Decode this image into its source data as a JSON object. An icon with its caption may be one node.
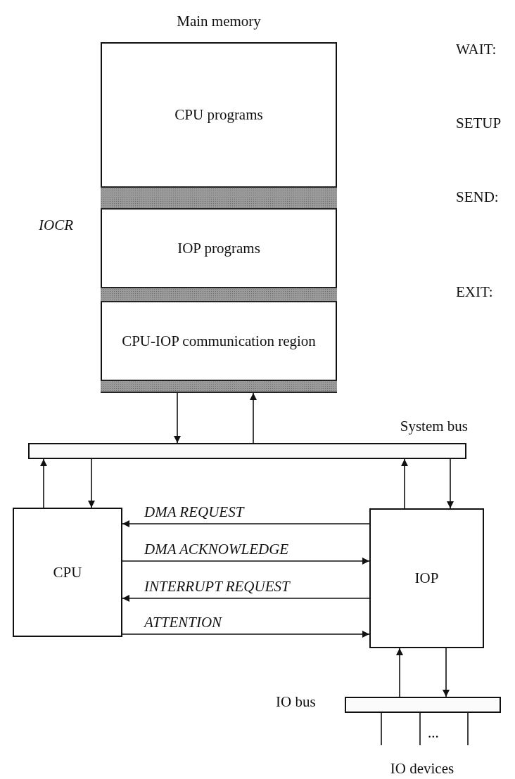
{
  "diagram": {
    "nodes": [
      {
        "text": [
          "Main memory"
        ]
      },
      {
        "text": [
          "CPU programs"
        ],
        "in": 0
      },
      {
        "text": [],
        "shape": "bar",
        "in": 0
      },
      {
        "text": [
          "IOP programs"
        ],
        "in": 0
      },
      {
        "text": [],
        "shape": "bar",
        "in": 0
      },
      {
        "text": [
          "CPU-IOP communication region"
        ],
        "in": 0
      },
      {
        "text": [],
        "shape": "bar",
        "in": 0
      },
      {
        "text": [
          "System bus"
        ]
      },
      {
        "text": [
          "CPU"
        ]
      },
      {
        "text": [
          "IOP"
        ]
      },
      {
        "text": [
          "IO bus"
        ]
      },
      {
        "text": [
          "IO devices"
        ]
      }
    ],
    "edges": [
      {
        "from": 0,
        "to": 7,
        "arrow": "to"
      },
      {
        "from": 7,
        "to": 0,
        "arrow": "to"
      },
      {
        "from": 8,
        "to": 7,
        "arrow": "to"
      },
      {
        "from": 7,
        "to": 8,
        "arrow": "to"
      },
      {
        "from": 9,
        "to": 7,
        "arrow": "to"
      },
      {
        "from": 7,
        "to": 9,
        "arrow": "to"
      },
      {
        "from": 9,
        "to": 8,
        "arrow": "to",
        "label": "DMA REQUEST"
      },
      {
        "from": 8,
        "to": 9,
        "arrow": "to",
        "label": "DMA ACKNOWLEDGE"
      },
      {
        "from": 9,
        "to": 8,
        "arrow": "to",
        "label": "INTERRUPT REQUEST"
      },
      {
        "from": 8,
        "to": 9,
        "arrow": "to",
        "label": "ATTENTION"
      },
      {
        "from": 9,
        "to": 10,
        "arrow": "to"
      },
      {
        "from": 10,
        "to": 9,
        "arrow": "to"
      },
      {
        "from": 10,
        "to": 11,
        "arrow": "none"
      },
      {
        "from": 10,
        "to": 11,
        "arrow": "none"
      },
      {
        "from": 10,
        "to": 11,
        "arrow": "none"
      }
    ],
    "labels": [
      "IOCR",
      "...",
      "WAIT:",
      "SETUP",
      "SEND:",
      "EXIT:"
    ]
  }
}
